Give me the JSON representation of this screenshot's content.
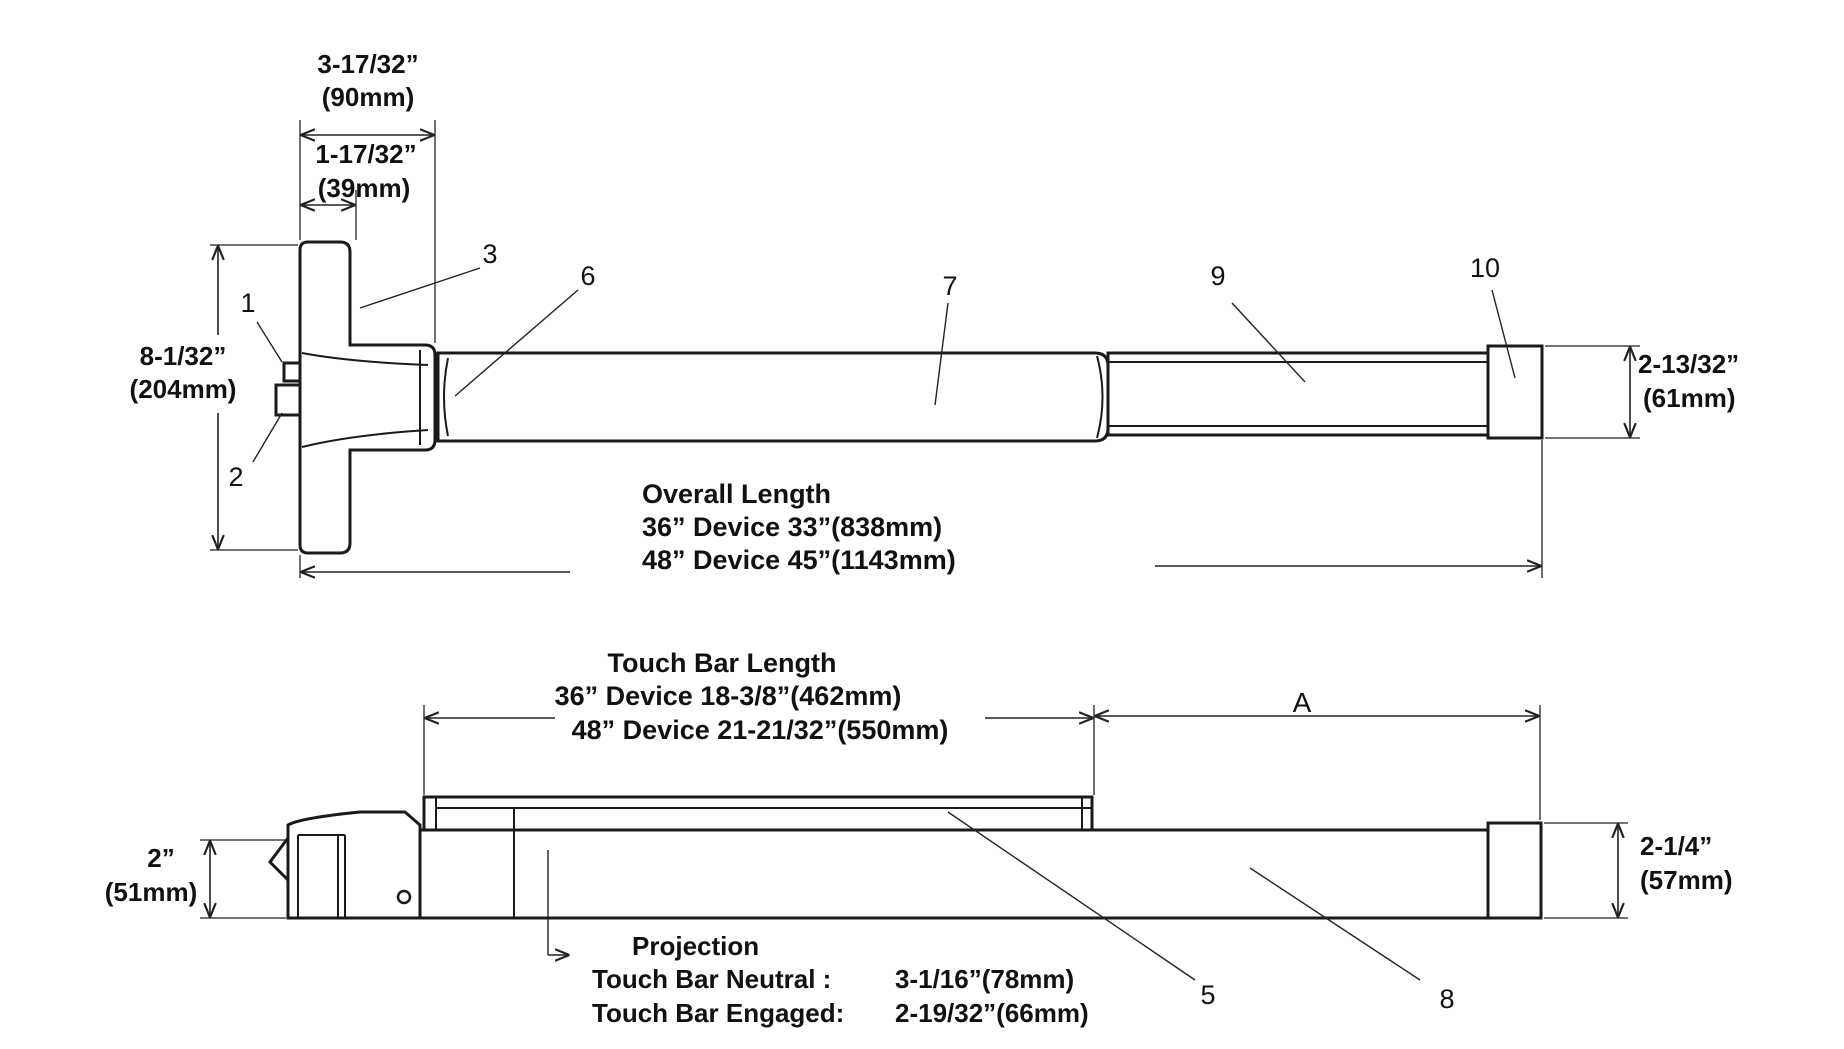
{
  "top_view": {
    "width_overall": {
      "in": "3-17/32”",
      "mm": "(90mm)"
    },
    "width_pad": {
      "in": "1-17/32”",
      "mm": "(39mm)"
    },
    "height_left": {
      "in": "8-1/32”",
      "mm": "(204mm)"
    },
    "height_right": {
      "in": "2-13/32”",
      "mm": "(61mm)"
    },
    "overall_length": {
      "title": "Overall Length",
      "line1": "36” Device 33”(838mm)",
      "line2": "48” Device 45”(1143mm)"
    },
    "callouts": [
      "1",
      "2",
      "3",
      "6",
      "7",
      "9",
      "10"
    ]
  },
  "side_view": {
    "touch_bar_length": {
      "title": "Touch Bar Length",
      "line1": "36” Device 18-3/8”(462mm)",
      "line2": "48” Device 21-21/32”(550mm)"
    },
    "dim_a": "A",
    "height_left": {
      "in": "2”",
      "mm": "(51mm)"
    },
    "height_right": {
      "in": "2-1/4”",
      "mm": "(57mm)"
    },
    "projection": {
      "title": "Projection",
      "neutral_label": "Touch Bar Neutral :",
      "neutral_value": "3-1/16”(78mm)",
      "engaged_label": "Touch Bar Engaged:",
      "engaged_value": "2-19/32”(66mm)"
    },
    "callouts": [
      "5",
      "8"
    ]
  },
  "colors": {
    "line": "#1a1a1a",
    "background": "#ffffff"
  }
}
